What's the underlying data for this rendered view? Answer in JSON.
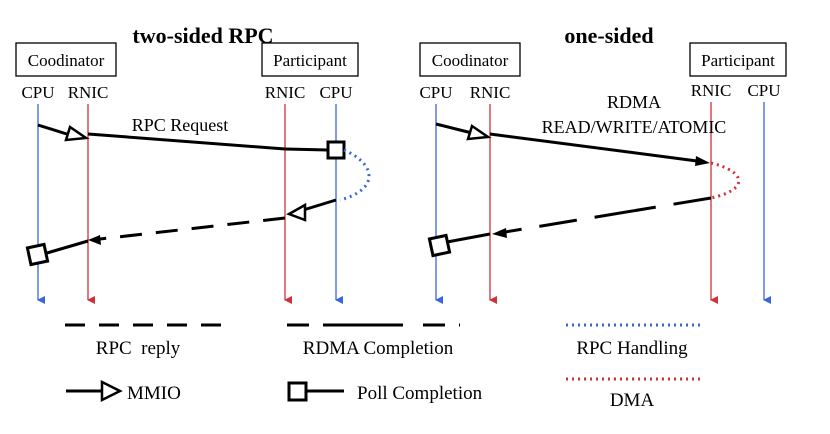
{
  "titles": {
    "left": "two-sided RPC",
    "right": "one-sided"
  },
  "left": {
    "coordinator": "Coodinator",
    "participant": "Participant",
    "coord_cpu": "CPU",
    "coord_rnic": "RNIC",
    "part_rnic": "RNIC",
    "part_cpu": "CPU",
    "request_label": "RPC Request"
  },
  "right": {
    "coordinator": "Coodinator",
    "participant": "Participant",
    "coord_cpu": "CPU",
    "coord_rnic": "RNIC",
    "part_rnic": "RNIC",
    "part_cpu": "CPU",
    "rdma_label_1": "RDMA",
    "rdma_label_2": "READ/WRITE/ATOMIC"
  },
  "legend": {
    "rpc_reply": "RPC  reply",
    "rdma_completion": "RDMA Completion",
    "rpc_handling": "RPC Handling",
    "mmio": "MMIO",
    "poll_completion": "Poll Completion",
    "dma": "DMA"
  },
  "colors": {
    "cpu_line": "#3b66d8",
    "rnic_line": "#d0303a",
    "rpc_handling": "#3b66d8",
    "dma": "#d0303a",
    "ink": "#000000"
  }
}
